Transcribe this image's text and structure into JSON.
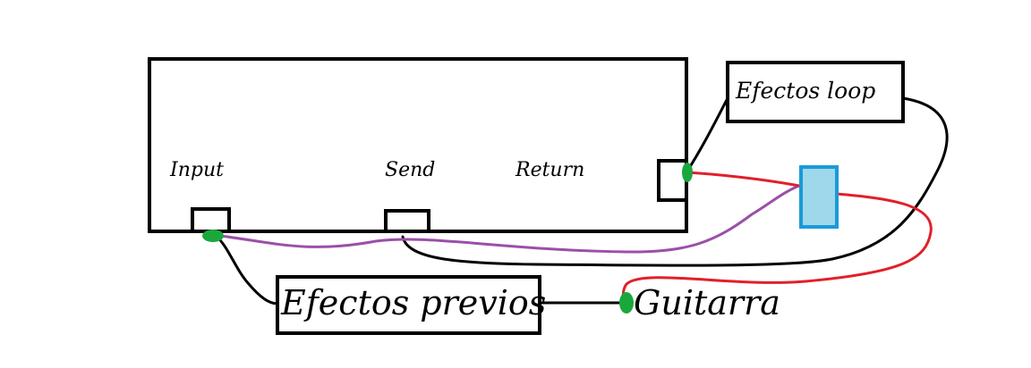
{
  "labels": {
    "input": "Input",
    "send": "Send",
    "return": "Return",
    "efectos_loop": "Efectos loop",
    "efectos_previos": "Efectos previos",
    "guitarra": "Guitarra"
  },
  "colors": {
    "background": "#ffffff",
    "outline": "#000000",
    "cable_black": "#000000",
    "cable_purple": "#9b4fa8",
    "cable_red": "#e0202a",
    "jack_green": "#1aa83c",
    "device_fill": "#9fd8ea",
    "device_border": "#1a9ad8"
  }
}
